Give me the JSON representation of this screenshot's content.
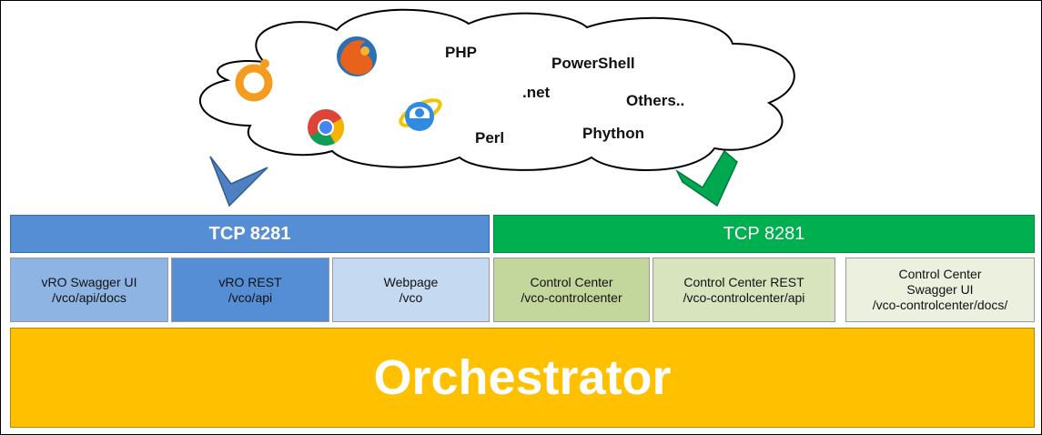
{
  "cloud": {
    "clients": [
      "PHP",
      "PowerShell",
      ".net",
      "Others..",
      "Perl",
      "Phython"
    ],
    "icons": [
      "orange-ring-icon",
      "firefox-icon",
      "chrome-icon",
      "internet-explorer-icon"
    ]
  },
  "tcp_left": {
    "label": "TCP 8281",
    "color": "#558ed5"
  },
  "tcp_right": {
    "label": "TCP 8281",
    "color": "#00b050"
  },
  "endpoints_left": [
    {
      "title": "vRO Swagger UI",
      "path": "/vco/api/docs"
    },
    {
      "title": "vRO REST",
      "path": "/vco/api"
    },
    {
      "title": "Webpage",
      "path": "/vco"
    }
  ],
  "endpoints_right": [
    {
      "title": "Control Center",
      "path": "/vco-controlcenter"
    },
    {
      "title": "Control Center REST",
      "path": "/vco-controlcenter/api"
    },
    {
      "title": "Control Center Swagger UI",
      "title_lines": [
        "Control Center",
        "Swagger UI"
      ],
      "path": "/vco-controlcenter/docs/"
    }
  ],
  "orchestrator": {
    "label": "Orchestrator",
    "color": "#ffc000"
  }
}
